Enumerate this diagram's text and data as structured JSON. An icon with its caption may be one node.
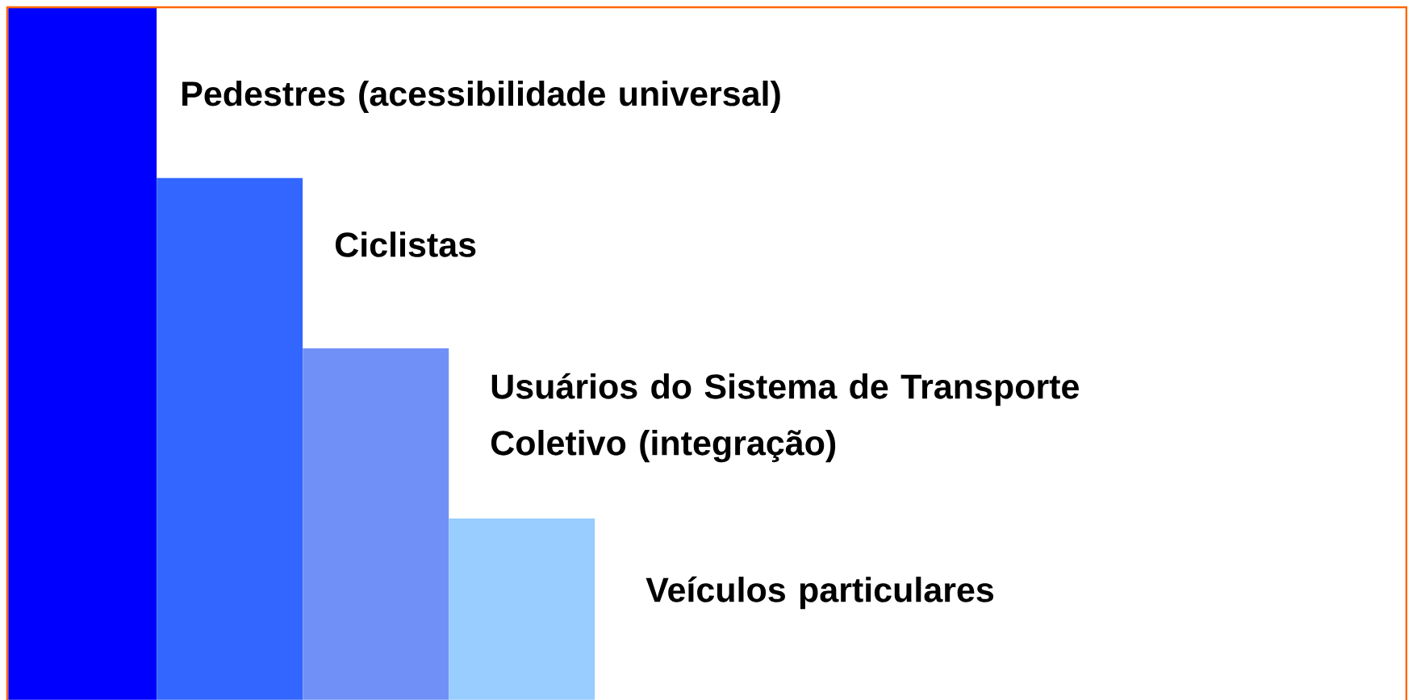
{
  "diagram": {
    "nodes": [
      {
        "text": [],
        "shape": "bar",
        "beside": [
          "Pedestres (acessibilidade universal)"
        ]
      },
      {
        "text": [],
        "shape": "bar",
        "beside": [
          "Ciclistas"
        ]
      },
      {
        "text": [],
        "shape": "bar",
        "beside": [
          "Usuários do Sistema de Transporte Coletivo (integração)"
        ]
      },
      {
        "text": [],
        "shape": "bar",
        "beside": [
          "Veículos particulares"
        ]
      }
    ]
  }
}
